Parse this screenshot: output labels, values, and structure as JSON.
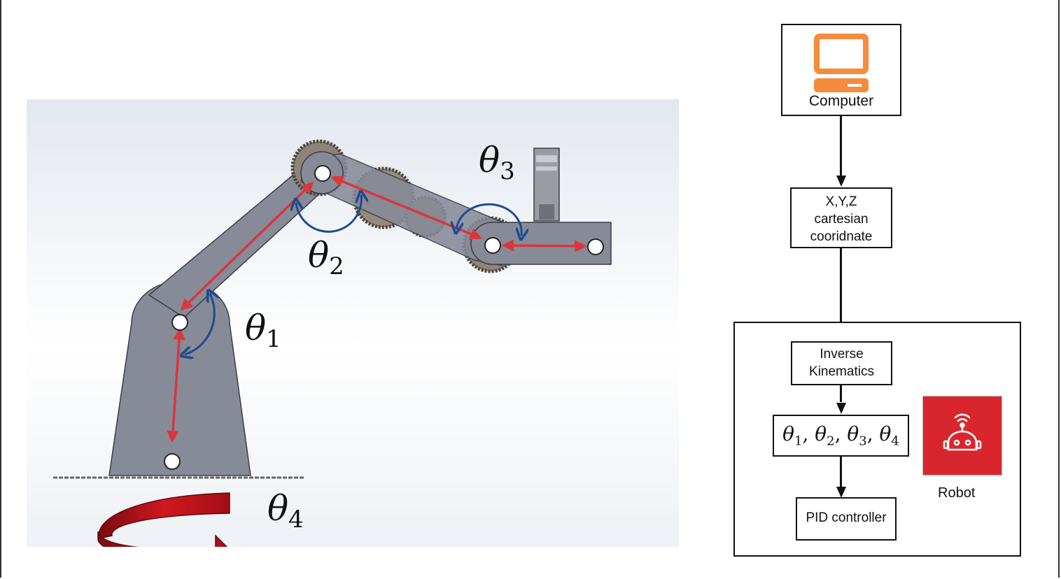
{
  "arm": {
    "angles": {
      "theta1": {
        "sym": "θ",
        "sub": "1"
      },
      "theta2": {
        "sym": "θ",
        "sub": "2"
      },
      "theta3": {
        "sym": "θ",
        "sub": "3"
      },
      "theta4": {
        "sym": "θ",
        "sub": "4"
      }
    }
  },
  "flow": {
    "computer": "Computer",
    "cartesian": [
      "X,Y,Z",
      "cartesian",
      "cooridnate"
    ],
    "ik": [
      "Inverse",
      "Kinematics"
    ],
    "angles_list": "θ1 , θ2 , θ3 , θ4",
    "angles_parts": [
      {
        "sym": "θ",
        "sub": "1"
      },
      {
        "sym": "θ",
        "sub": "2"
      },
      {
        "sym": "θ",
        "sub": "3"
      },
      {
        "sym": "θ",
        "sub": "4"
      }
    ],
    "pid": "PID controller",
    "robot_label": "Robot"
  },
  "colors": {
    "arm": "#878b98",
    "arm_stroke": "#3a3d45",
    "vector": "#d9363e",
    "angle_arc": "#1f4b8f",
    "rotation_arrow": "#b3121a",
    "computer_icon": "#f58b3c",
    "robot_tile": "#d9262e"
  },
  "icons": [
    "computer-icon",
    "robot-icon",
    "rotation-arrow-icon",
    "gear-icon",
    "gripper-icon"
  ]
}
